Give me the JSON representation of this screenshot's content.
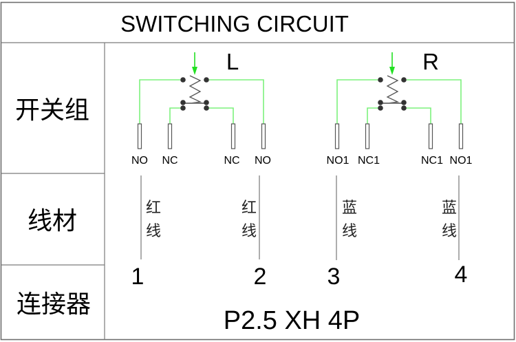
{
  "title": "SWITCHING CIRCUIT",
  "rows": [
    {
      "label": "开关组"
    },
    {
      "label": "线材"
    },
    {
      "label": "连接器"
    }
  ],
  "switches": [
    {
      "name": "L",
      "pins": [
        "NO",
        "NC",
        "NC",
        "NO"
      ]
    },
    {
      "name": "R",
      "pins": [
        "NO1",
        "NC1",
        "NC1",
        "NO1"
      ]
    }
  ],
  "wires": [
    {
      "label_line1": "红",
      "label_line2": "线",
      "color_name": "red"
    },
    {
      "label_line1": "红",
      "label_line2": "线",
      "color_name": "red"
    },
    {
      "label_line1": "蓝",
      "label_line2": "线",
      "color_name": "blue"
    },
    {
      "label_line1": "蓝",
      "label_line2": "线",
      "color_name": "blue"
    }
  ],
  "connector": {
    "pins": [
      "1",
      "2",
      "3",
      "4"
    ],
    "part": "P2.5 XH 4P"
  },
  "colors": {
    "wire_green": "#7cf27c",
    "arrow_green": "#22e022",
    "frame_grey": "#6e6e6e"
  }
}
